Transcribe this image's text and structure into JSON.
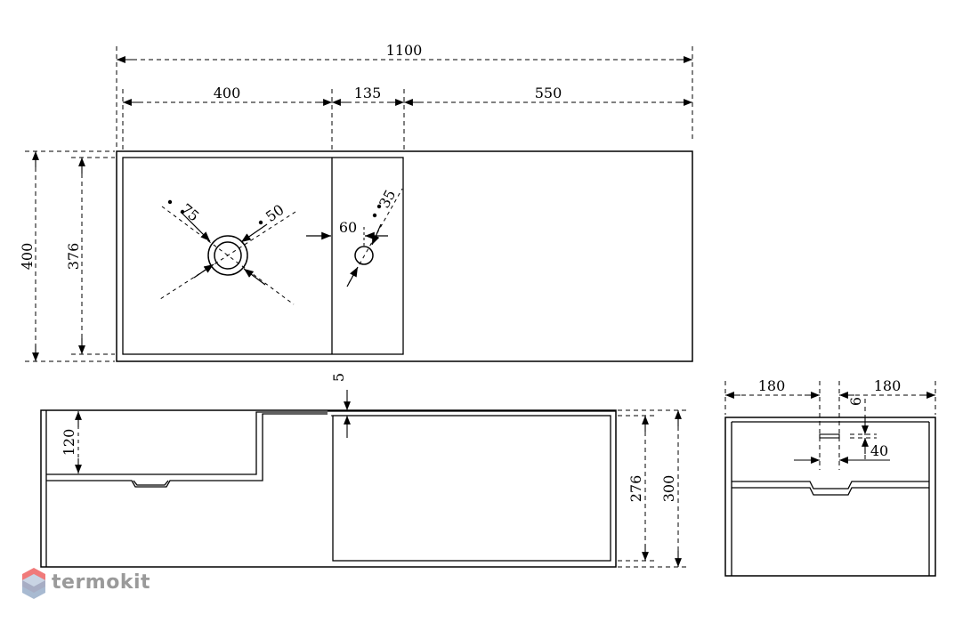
{
  "drawing": {
    "dimensions": {
      "overall_width": "1100",
      "basin_width": "400",
      "middle_width": "135",
      "shelf_width": "550",
      "overall_depth": "400",
      "inner_depth": "376",
      "outlet_diameter_outer": "75",
      "outlet_diameter_inner": "50",
      "tap_hole_diameter": "35",
      "tap_hole_offset": "60",
      "wall_thickness": "5",
      "basin_height": "120",
      "inner_height": "276",
      "overall_height": "300",
      "side_half_left": "180",
      "side_half_right": "180",
      "side_top_gap": "6",
      "slot_height": "40"
    },
    "line_color": "#000000"
  },
  "brand": {
    "name": "termokit",
    "color": "#9a9a9a",
    "accent": "#f07a7a"
  }
}
